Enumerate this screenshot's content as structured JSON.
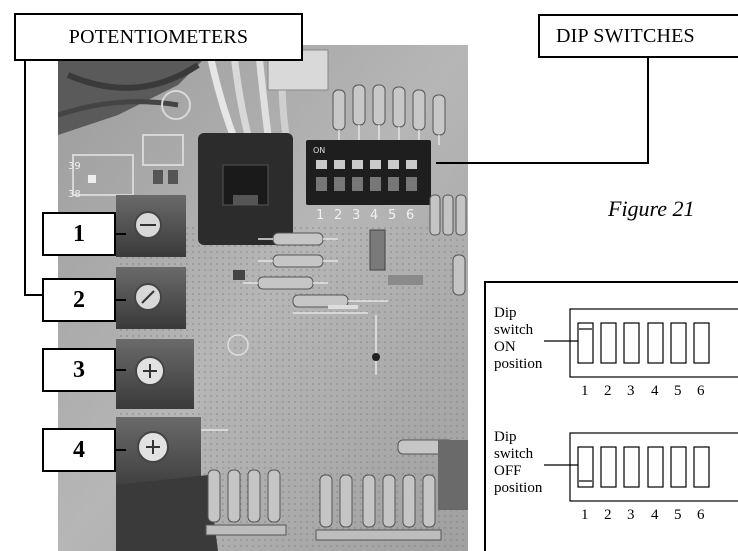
{
  "callouts": {
    "potentiometers": "POTENTIOMETERS",
    "dip_switches": "DIP SWITCHES"
  },
  "pot_labels": [
    "1",
    "2",
    "3",
    "4"
  ],
  "figure_label": "Figure 21",
  "inset": {
    "on_caption": "Dip\nswitch\nON\nposition",
    "off_caption": "Dip\nswitch\nOFF\nposition",
    "switch_numbers": [
      "1",
      "2",
      "3",
      "4",
      "5",
      "6"
    ]
  },
  "photo_markings": {
    "dip_on": "ON",
    "dip_numbers": [
      "1",
      "2",
      "3",
      "4",
      "5",
      "6"
    ]
  }
}
